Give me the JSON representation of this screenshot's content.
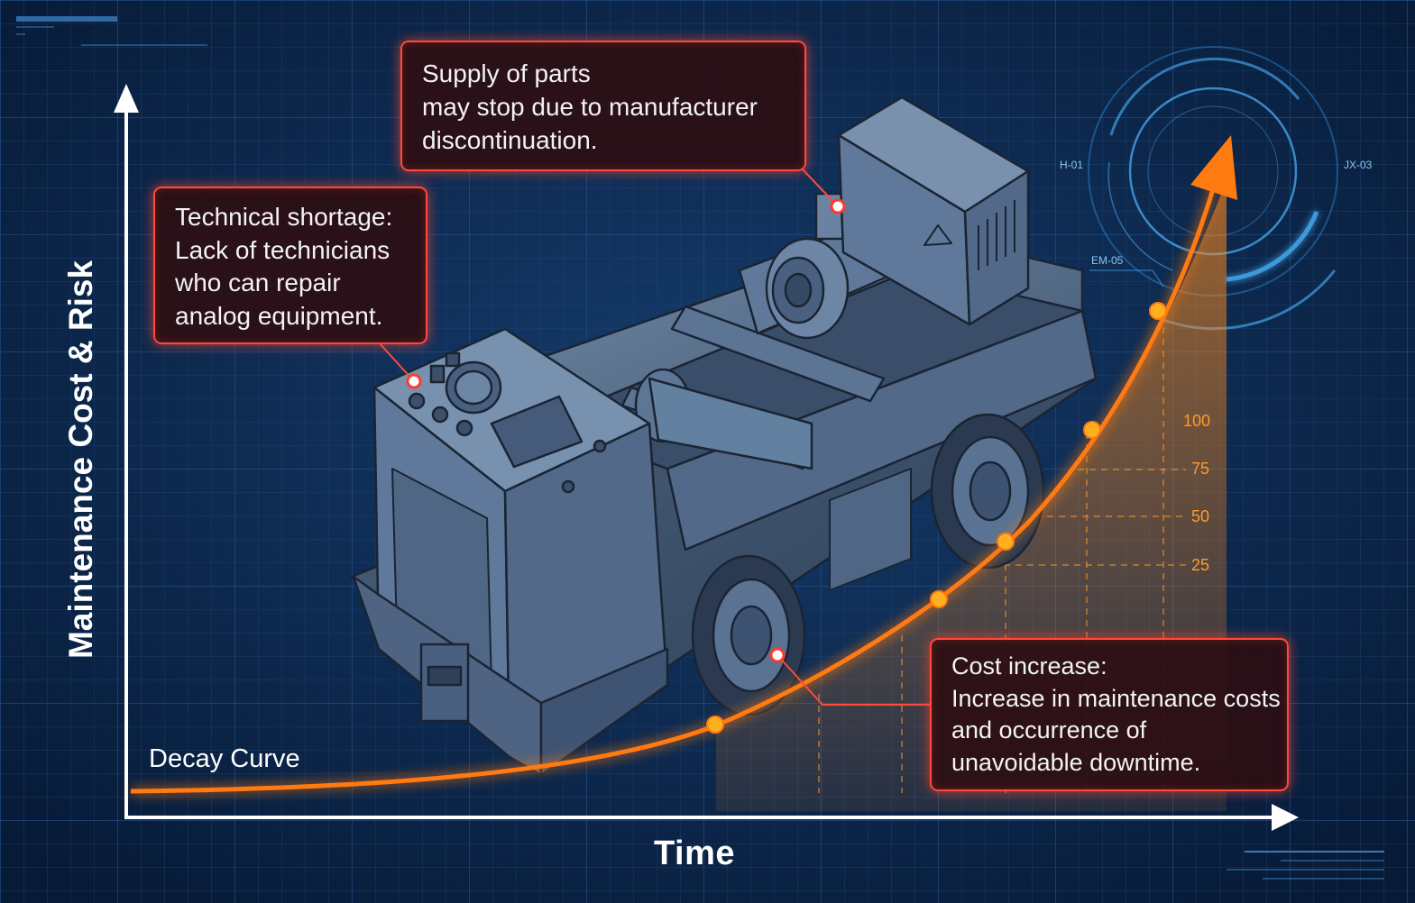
{
  "axes": {
    "x_title": "Time",
    "y_title": "Maintenance Cost & Risk"
  },
  "curve": {
    "label": "Decay Curve",
    "color": "#ff7a10"
  },
  "scale_ticks": [
    "100",
    "75",
    "50",
    "25"
  ],
  "callouts": {
    "supply": {
      "lines": [
        "Supply of parts",
        "may stop due to manufacturer",
        "discontinuation."
      ]
    },
    "tech": {
      "lines": [
        "Technical shortage:",
        "Lack of technicians",
        "who can repair",
        "analog equipment."
      ]
    },
    "cost": {
      "lines": [
        "Cost increase:",
        "Increase in maintenance costs",
        "and occurrence of",
        "unavoidable downtime."
      ]
    }
  },
  "hud_labels": {
    "h01": "H-01",
    "jx03": "JX-03",
    "em05": "EM-05"
  },
  "colors": {
    "background": "#0b2548",
    "callout_border": "#ff4a3a",
    "accent_orange": "#ff7a10",
    "hud_blue": "#4fb4ff"
  }
}
